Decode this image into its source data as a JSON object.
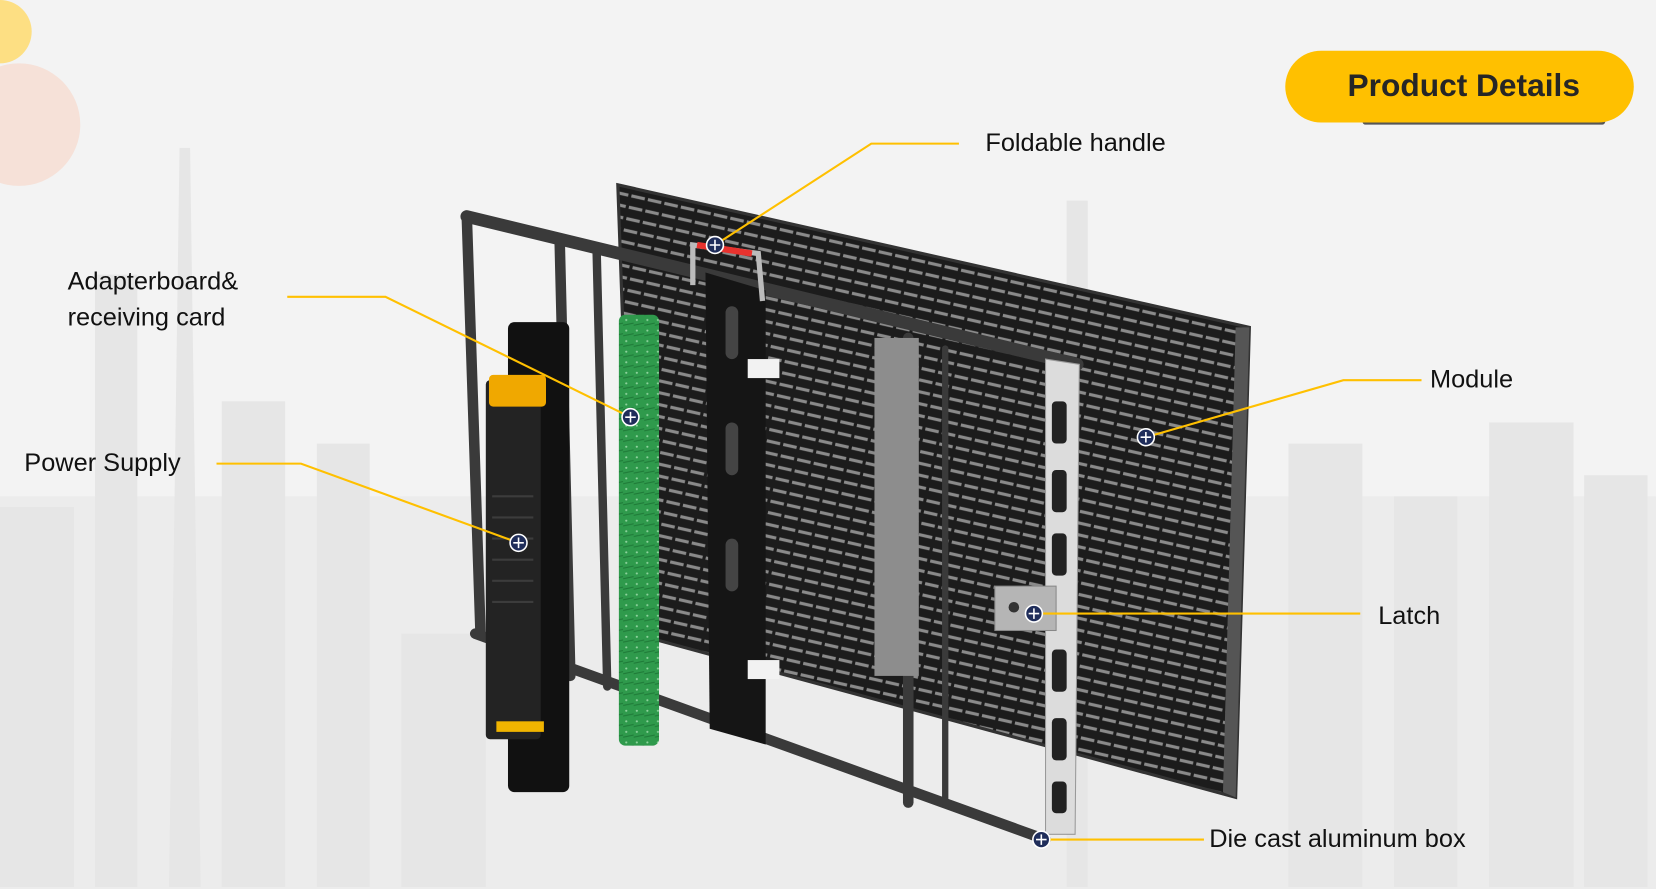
{
  "header": {
    "badge_label": "Product Details"
  },
  "callouts": {
    "foldable_handle": "Foldable handle",
    "adapterboard_line1": "Adapterboard&",
    "adapterboard_line2": "receiving card",
    "power_supply": "Power Supply",
    "module": "Module",
    "latch": "Latch",
    "die_cast_box": "Die cast aluminum box"
  },
  "colors": {
    "accent": "#FFC000",
    "marker": "#1F2D5A",
    "text": "#111111",
    "background": "#F3F3F3"
  }
}
